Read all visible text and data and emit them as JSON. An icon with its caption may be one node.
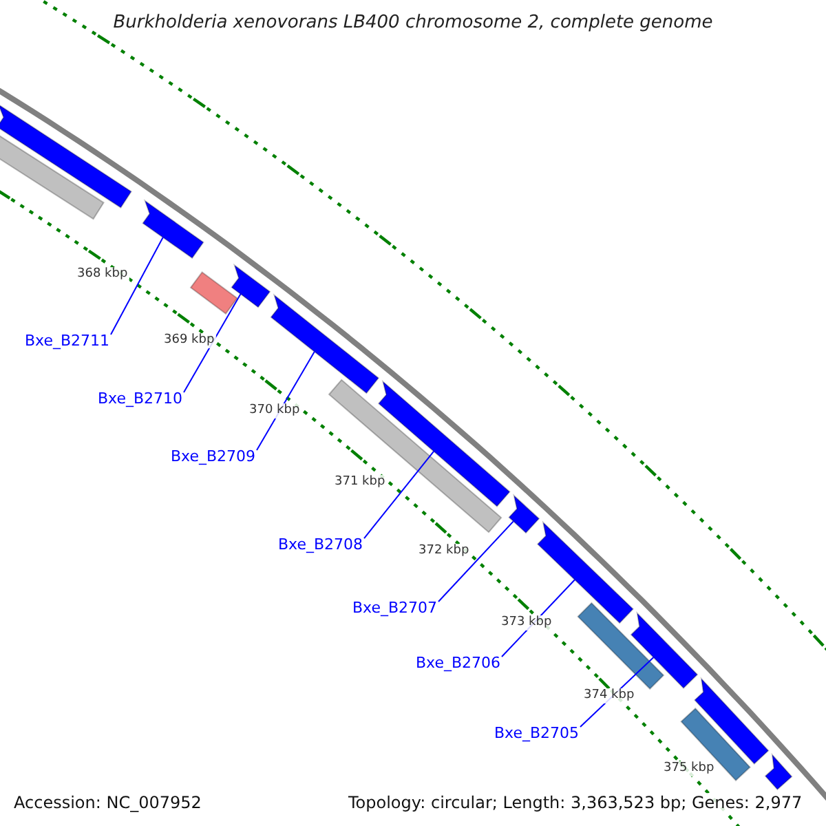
{
  "diagram": {
    "title": "Burkholderia xenovorans LB400 chromosome 2, complete genome",
    "nodes": [
      {
        "text": [],
        "shape": "bar"
      },
      {
        "text": [],
        "shape": "bar"
      },
      {
        "text": [],
        "shape": "bar"
      },
      {
        "text": [],
        "shape": "bar"
      },
      {
        "text": [],
        "shape": "bar"
      },
      {
        "text": [],
        "shape": "bar"
      },
      {
        "text": [],
        "shape": "bar"
      },
      {
        "text": [],
        "shape": "bar"
      },
      {
        "text": [],
        "shape": "bar"
      },
      {
        "text": [],
        "shape": "bar"
      },
      {
        "text": [],
        "shape": "bar"
      },
      {
        "text": [],
        "shape": "bar"
      },
      {
        "text": [],
        "shape": "bar"
      },
      {
        "text": [],
        "shape": "bar"
      },
      {
        "text": [],
        "shape": "bar"
      },
      {
        "text": [
          "Bxe_B2711"
        ]
      },
      {
        "text": [
          "Bxe_B2710"
        ]
      },
      {
        "text": [
          "Bxe_B2709"
        ]
      },
      {
        "text": [
          "Bxe_B2708"
        ]
      },
      {
        "text": [
          "Bxe_B2707"
        ]
      },
      {
        "text": [
          "Bxe_B2706"
        ]
      },
      {
        "text": [
          "Bxe_B2705"
        ]
      }
    ],
    "edges": [
      {
        "from": 15,
        "to": 2,
        "arrow": "none"
      },
      {
        "from": 16,
        "to": 4,
        "arrow": "none"
      },
      {
        "from": 17,
        "to": 5,
        "arrow": "none"
      },
      {
        "from": 18,
        "to": 7,
        "arrow": "none"
      },
      {
        "from": 19,
        "to": 8,
        "arrow": "none"
      },
      {
        "from": 20,
        "to": 9,
        "arrow": "none"
      },
      {
        "from": 21,
        "to": 11,
        "arrow": "none"
      }
    ],
    "labels": [
      "368 kbp",
      "369 kbp",
      "370 kbp",
      "371 kbp",
      "372 kbp",
      "373 kbp",
      "374 kbp",
      "375 kbp",
      "Accession: NC_007952",
      "Topology: circular; Length: 3,363,523 bp; Genes: 2,977"
    ]
  }
}
